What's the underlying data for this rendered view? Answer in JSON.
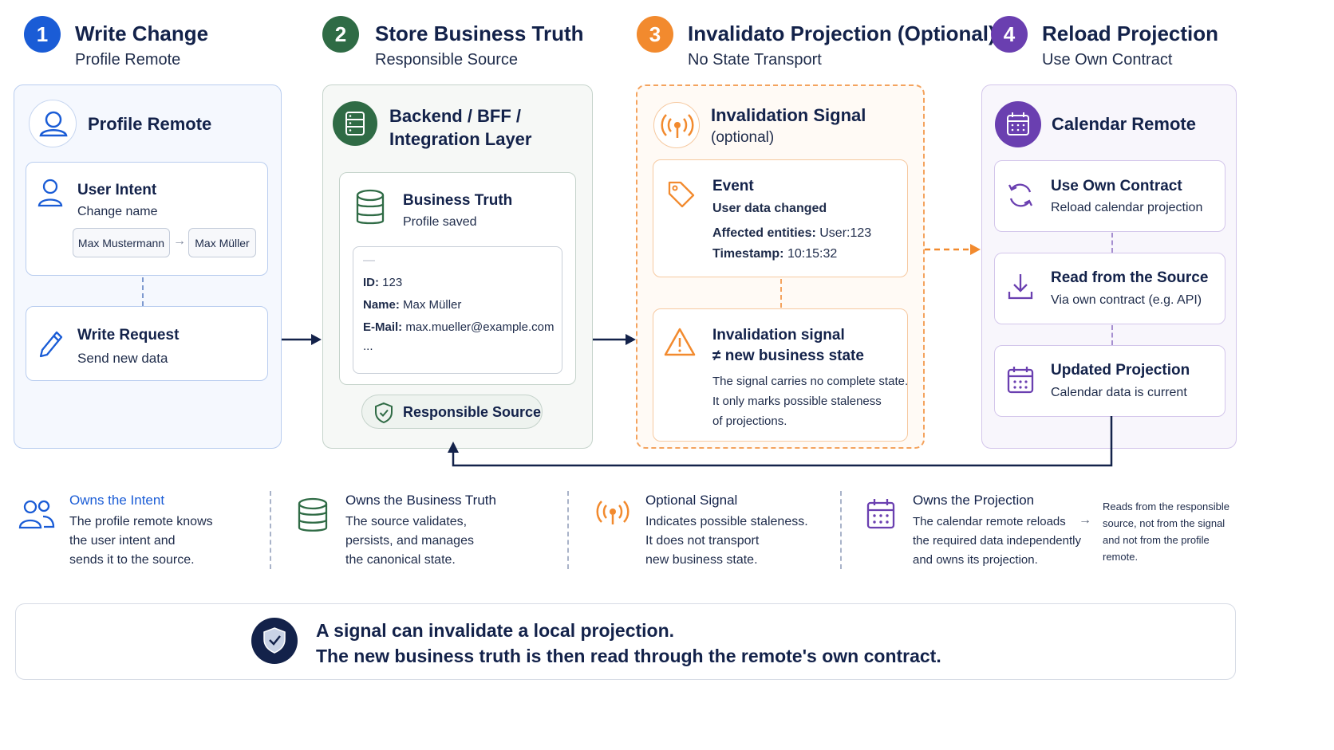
{
  "steps": [
    {
      "num": "1",
      "title": "Write Change",
      "subtitle": "Profile Remote"
    },
    {
      "num": "2",
      "title": "Store Business Truth",
      "subtitle": "Responsible Source"
    },
    {
      "num": "3",
      "title": "Invalidato Projection (Optional)",
      "subtitle": "No State Transport"
    },
    {
      "num": "4",
      "title": "Reload Projection",
      "subtitle": "Use Own Contract"
    }
  ],
  "colors": {
    "blue": "#1a5cd6",
    "green": "#2f6b45",
    "orange": "#f28a2e",
    "purple": "#6a3fb0",
    "navy": "#13224a"
  },
  "profile": {
    "title": "Profile Remote",
    "intent": {
      "title": "User Intent",
      "subtitle": "Change name",
      "from": "Max Mustermann",
      "arrow": "→",
      "to": "Max Müller"
    },
    "request": {
      "title": "Write Request",
      "subtitle": "Send new data"
    }
  },
  "backend": {
    "title_line1": "Backend / BFF /",
    "title_line2": "Integration Layer",
    "truth": {
      "title": "Business Truth",
      "subtitle": "Profile saved"
    },
    "record": {
      "dash": "—",
      "id_label": "ID:",
      "id_value": "123",
      "name_label": "Name:",
      "name_value": "Max Müller",
      "email_label": "E-Mail:",
      "email_value": "max.mueller@example.com",
      "more": "..."
    },
    "badge": "Responsible Source"
  },
  "signal": {
    "title": "Invalidation Signal",
    "subtitle": "(optional)",
    "event": {
      "title": "Event",
      "line1": "User data changed",
      "affected_label": "Affected entities:",
      "affected_value": "User:123",
      "timestamp_label": "Timestamp:",
      "timestamp_value": "10:15:32"
    },
    "warning": {
      "title": "Invalidation signal",
      "title2": "≠ new business state",
      "line1": "The signal carries no complete state.",
      "line2": "It only marks possible staleness",
      "line3": "of projections."
    }
  },
  "calendar": {
    "title": "Calendar Remote",
    "own": {
      "title": "Use Own Contract",
      "subtitle": "Reload calendar projection"
    },
    "read": {
      "title": "Read from the Source",
      "subtitle": "Via own contract (e.g. API)"
    },
    "updated": {
      "title": "Updated Projection",
      "subtitle": "Calendar data is current"
    }
  },
  "legend": [
    {
      "title": "Owns the Intent",
      "lines": [
        "The profile remote knows",
        "the user intent and",
        "sends it to the source."
      ]
    },
    {
      "title": "Owns the Business Truth",
      "lines": [
        "The source validates,",
        "persists, and manages",
        "the canonical state."
      ]
    },
    {
      "title": "Optional Signal",
      "lines": [
        "Indicates possible staleness.",
        "It does not transport",
        "new business state."
      ]
    },
    {
      "title": "Owns the Projection",
      "lines": [
        "The calendar remote reloads",
        "the required data independently",
        "and owns its projection."
      ],
      "arrow": "→",
      "note": [
        "Reads from the responsible",
        "source, not from the signal",
        "and not from the profile",
        "remote."
      ]
    }
  ],
  "footer": {
    "line1": "A signal can invalidate a local projection.",
    "line2": "The new business truth is then read through the remote's own contract."
  }
}
